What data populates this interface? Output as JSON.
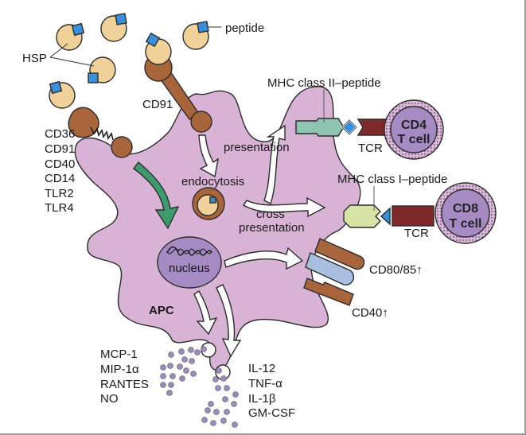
{
  "figure": {
    "labels": {
      "hsp": "HSP",
      "peptide": "peptide",
      "cd91_top": "CD91",
      "receptors": [
        "CD36",
        "CD91",
        "CD40",
        "CD14",
        "TLR2",
        "TLR4"
      ],
      "endocytosis": "endocytosis",
      "presentation": "presentation",
      "cross_presentation_1": "cross",
      "cross_presentation_2": "presentation",
      "nucleus": "nucleus",
      "apc": "APC",
      "mhc2": "MHC class II–peptide",
      "mhc1": "MHC class I–peptide",
      "tcr_cd4": "TCR",
      "tcr_cd8": "TCR",
      "cd4_line1": "CD4",
      "cd4_line2": "T cell",
      "cd8_line1": "CD8",
      "cd8_line2": "T cell",
      "cd80": "CD80/85↑",
      "cd40": "CD40↑",
      "chemokines": [
        "MCP-1",
        "MIP-1α",
        "RANTES",
        "NO"
      ],
      "cytokines": [
        "IL-12",
        "TNF-α",
        "IL-1β",
        "GM-CSF"
      ]
    },
    "colors": {
      "apc_body": "#d9b3d6",
      "hsp": "#f1d19a",
      "peptide": "#3a8fd9",
      "receptor": "#a8643b",
      "nucleus": "#a58ac4",
      "mhc2": "#8fc4b0",
      "mhc1": "#d8e3a6",
      "tcr": "#7f2a2a",
      "tcell": "#a58ac4",
      "tcell_rim": "#dcb6dc",
      "cd80_blue": "#a8bfe0",
      "green_arrow": "#3f9b6e",
      "granule": "#9b8cbf"
    }
  }
}
